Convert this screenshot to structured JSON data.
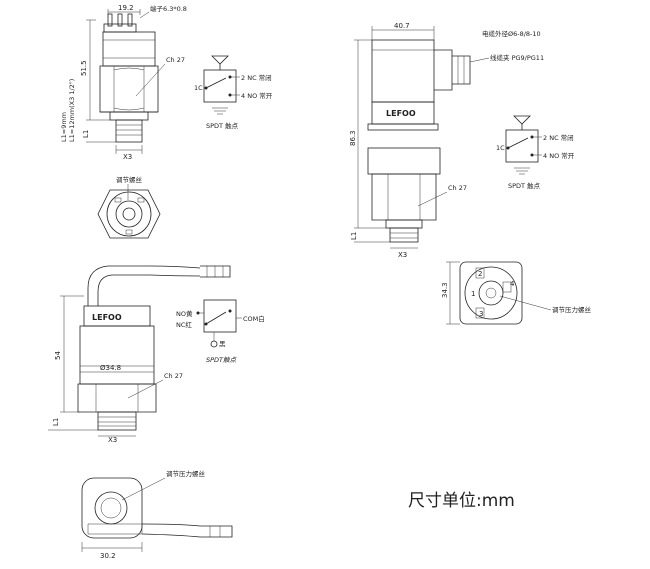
{
  "views": {
    "top_left": {
      "dim_width": "19.2",
      "terminal_note": "端子6.3*0.8",
      "dim_height": "51.5",
      "length_notes": [
        "L1=9mm",
        "L1=12mm(X3 1/2\")"
      ],
      "dim_l1": "L1",
      "hex_label": "Ch 27",
      "thread_label": "X3"
    },
    "adjust_view": {
      "label": "调节螺丝"
    },
    "switch_top": {
      "com": "1C",
      "nc": "2 NC 常闭",
      "no": "4 NO 常开",
      "caption": "SPDT 触点"
    },
    "cable_view": {
      "brand": "LEFOO",
      "dim_height": "54",
      "dim_diameter": "Ø34.8",
      "hex_label": "Ch 27",
      "dim_l1": "L1",
      "thread_label": "X3"
    },
    "switch_cable": {
      "no": "NO黄",
      "nc": "NC红",
      "com": "COM白",
      "ground": "黑",
      "caption": "SPDT触点"
    },
    "bottom_view": {
      "label": "调节压力螺丝",
      "dim_width": "30.2"
    },
    "right_view": {
      "dim_width": "40.7",
      "cable_od": "电缆外径Ø6-8/8-10",
      "gland": "线缆夹  PG9/PG11",
      "brand": "LEFOO",
      "dim_height": "86.3",
      "hex_label": "Ch 27",
      "dim_l1": "L1",
      "thread_label": "X3"
    },
    "switch_right": {
      "com": "1C",
      "nc": "2 NC 常闭",
      "no": "4 NO 常开",
      "caption": "SPDT 触点"
    },
    "connector_view": {
      "dim": "34.3",
      "label": "调节压力螺丝",
      "pins": [
        "2",
        "1",
        "4",
        "3"
      ]
    }
  },
  "units_note": "尺寸单位:mm",
  "colors": {
    "stroke": "#222222",
    "paper": "#ffffff"
  }
}
